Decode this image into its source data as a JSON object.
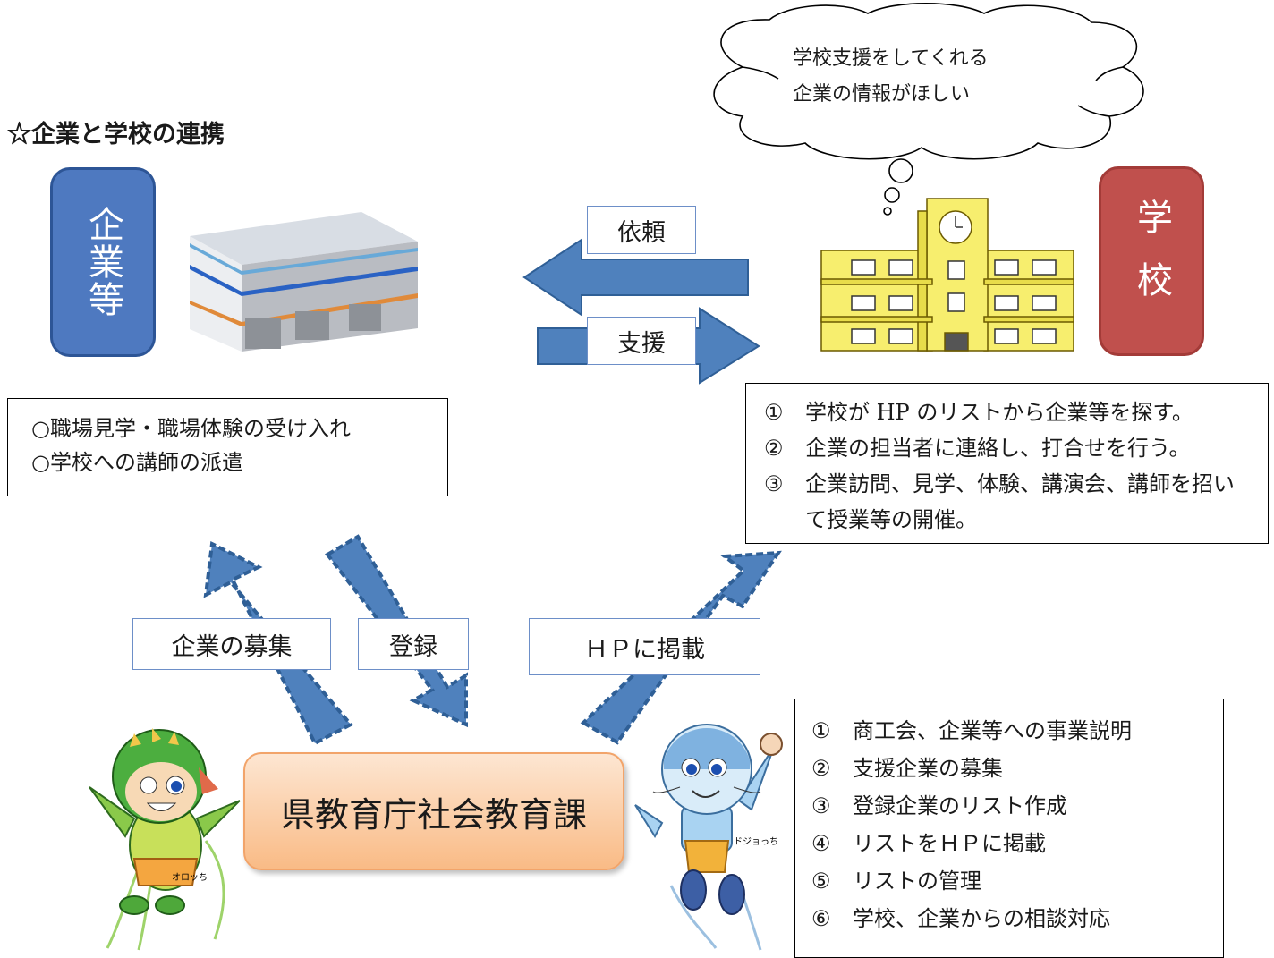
{
  "title": "☆企業と学校の連携",
  "company_badge": "企業等",
  "school_badge": "学校",
  "cloud": {
    "line1": "学校支援をしてくれる",
    "line2": "企業の情報がほしい"
  },
  "arrows": {
    "request": "依頼",
    "support": "支援",
    "recruit": "企業の募集",
    "register": "登録",
    "publish": "ＨＰに掲載"
  },
  "company_box": {
    "items": [
      "○職場見学・職場体験の受け入れ",
      "○学校への講師の派遣"
    ]
  },
  "school_box": {
    "items": [
      {
        "num": "①",
        "text": "学校が HP のリストから企業等を探す。"
      },
      {
        "num": "②",
        "text": "企業の担当者に連絡し、打合せを行う。"
      },
      {
        "num": "③",
        "text": "企業訪問、見学、体験、講演会、講師を招いて授業等の開催。"
      }
    ]
  },
  "department": "県教育庁社会教育課",
  "dept_box": {
    "items": [
      {
        "num": "①",
        "text": "商工会、企業等への事業説明"
      },
      {
        "num": "②",
        "text": "支援企業の募集"
      },
      {
        "num": "③",
        "text": "登録企業のリスト作成"
      },
      {
        "num": "④",
        "text": "リストをＨＰに掲載"
      },
      {
        "num": "⑤",
        "text": "リストの管理"
      },
      {
        "num": "⑥",
        "text": "学校、企業からの相談対応"
      }
    ]
  },
  "mascots": {
    "left": "オロッち",
    "right": "ドジョっち"
  },
  "colors": {
    "arrow": "#4f81bd",
    "company": "#4e79c0",
    "school": "#c0504d",
    "dept": "#f9bb86"
  }
}
